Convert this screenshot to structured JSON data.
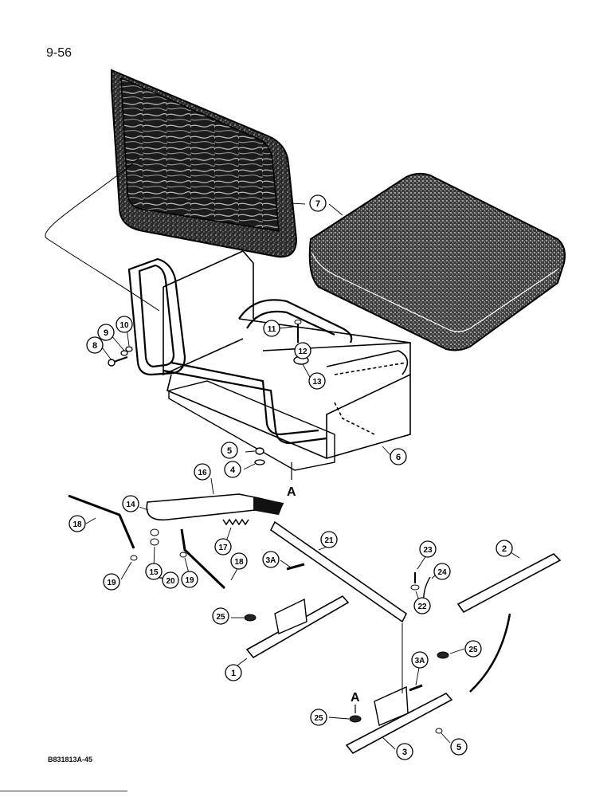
{
  "page": {
    "number": "9-56",
    "figure_id": "B831813A-45"
  },
  "view_markers": [
    "A",
    "A"
  ],
  "callouts": [
    {
      "id": "c8",
      "label": "8"
    },
    {
      "id": "c9",
      "label": "9"
    },
    {
      "id": "c10",
      "label": "10"
    },
    {
      "id": "c7",
      "label": "7"
    },
    {
      "id": "c11",
      "label": "11"
    },
    {
      "id": "c12",
      "label": "12"
    },
    {
      "id": "c13",
      "label": "13"
    },
    {
      "id": "c5a",
      "label": "5"
    },
    {
      "id": "c4",
      "label": "4"
    },
    {
      "id": "c6",
      "label": "6"
    },
    {
      "id": "c16",
      "label": "16"
    },
    {
      "id": "c14",
      "label": "14"
    },
    {
      "id": "c18a",
      "label": "18"
    },
    {
      "id": "c17",
      "label": "17"
    },
    {
      "id": "c15",
      "label": "15"
    },
    {
      "id": "c19a",
      "label": "19"
    },
    {
      "id": "c20",
      "label": "20"
    },
    {
      "id": "c19b",
      "label": "19"
    },
    {
      "id": "c18b",
      "label": "18"
    },
    {
      "id": "c21",
      "label": "21"
    },
    {
      "id": "c3a_a",
      "label": "3A"
    },
    {
      "id": "c23",
      "label": "23"
    },
    {
      "id": "c24",
      "label": "24"
    },
    {
      "id": "c22",
      "label": "22"
    },
    {
      "id": "c2",
      "label": "2"
    },
    {
      "id": "c25a",
      "label": "25"
    },
    {
      "id": "c1",
      "label": "1"
    },
    {
      "id": "c25b",
      "label": "25"
    },
    {
      "id": "c3a_b",
      "label": "3A"
    },
    {
      "id": "c25c",
      "label": "25"
    },
    {
      "id": "c3",
      "label": "3"
    },
    {
      "id": "c5b",
      "label": "5"
    }
  ]
}
